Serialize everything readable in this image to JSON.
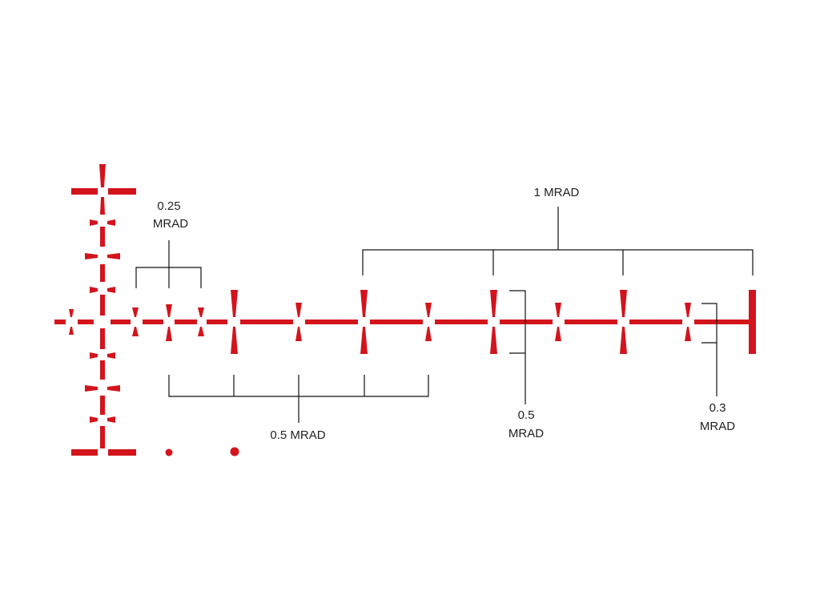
{
  "colors": {
    "reticle": "#d3141c",
    "ink": "#111111",
    "background": "#ffffff"
  },
  "labels": {
    "quarter_top": "0.25",
    "quarter_bottom": "MRAD",
    "one_mrad": "1 MRAD",
    "half_mrad_horizontal": "0.5 MRAD",
    "half_mrad_vertical_top": "0.5",
    "half_mrad_vertical_bottom": "MRAD",
    "point3_top": "0.3",
    "point3_bottom": "MRAD"
  }
}
